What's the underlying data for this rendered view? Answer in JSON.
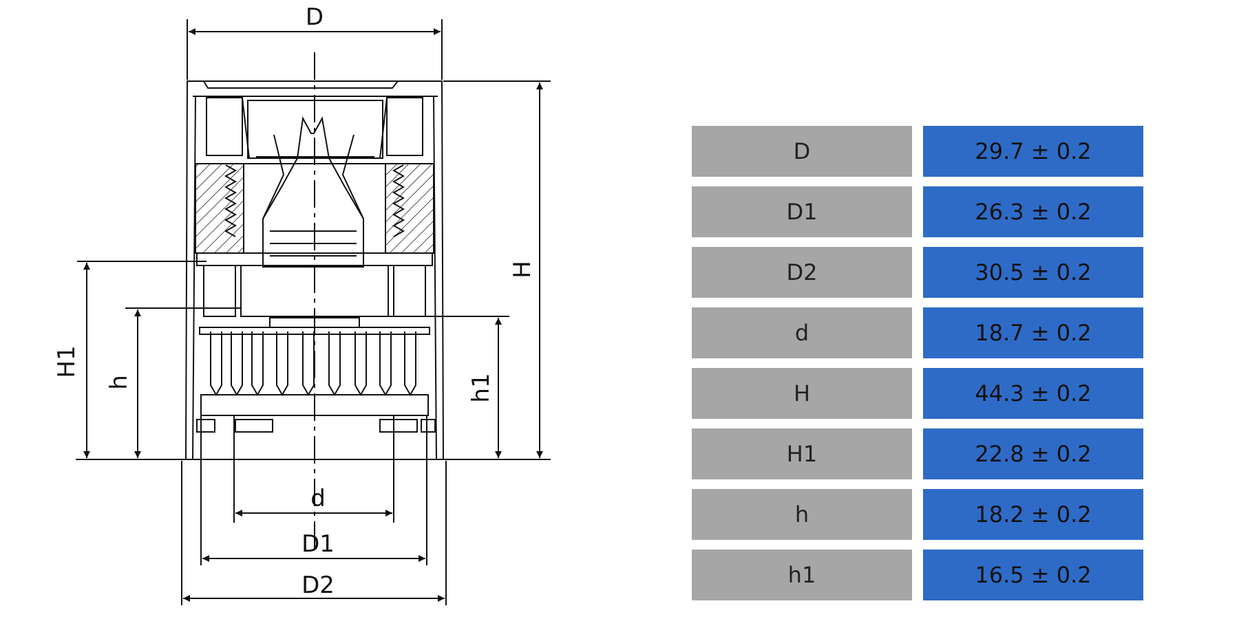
{
  "drawing": {
    "labels": {
      "D": "D",
      "D1": "D1",
      "D2": "D2",
      "d": "d",
      "H": "H",
      "H1": "H1",
      "h": "h",
      "h1": "h1"
    }
  },
  "table": {
    "rows": [
      {
        "key": "D",
        "value": "29.7 ± 0.2"
      },
      {
        "key": "D1",
        "value": "26.3 ± 0.2"
      },
      {
        "key": "D2",
        "value": "30.5 ± 0.2"
      },
      {
        "key": "d",
        "value": "18.7 ± 0.2"
      },
      {
        "key": "H",
        "value": "44.3 ± 0.2"
      },
      {
        "key": "H1",
        "value": "22.8 ± 0.2"
      },
      {
        "key": "h",
        "value": "18.2 ± 0.2"
      },
      {
        "key": "h1",
        "value": "16.5 ± 0.2"
      }
    ]
  },
  "colors": {
    "key_cell": "#a6a6a6",
    "value_cell": "#2e6bc7",
    "line": "#111111"
  }
}
